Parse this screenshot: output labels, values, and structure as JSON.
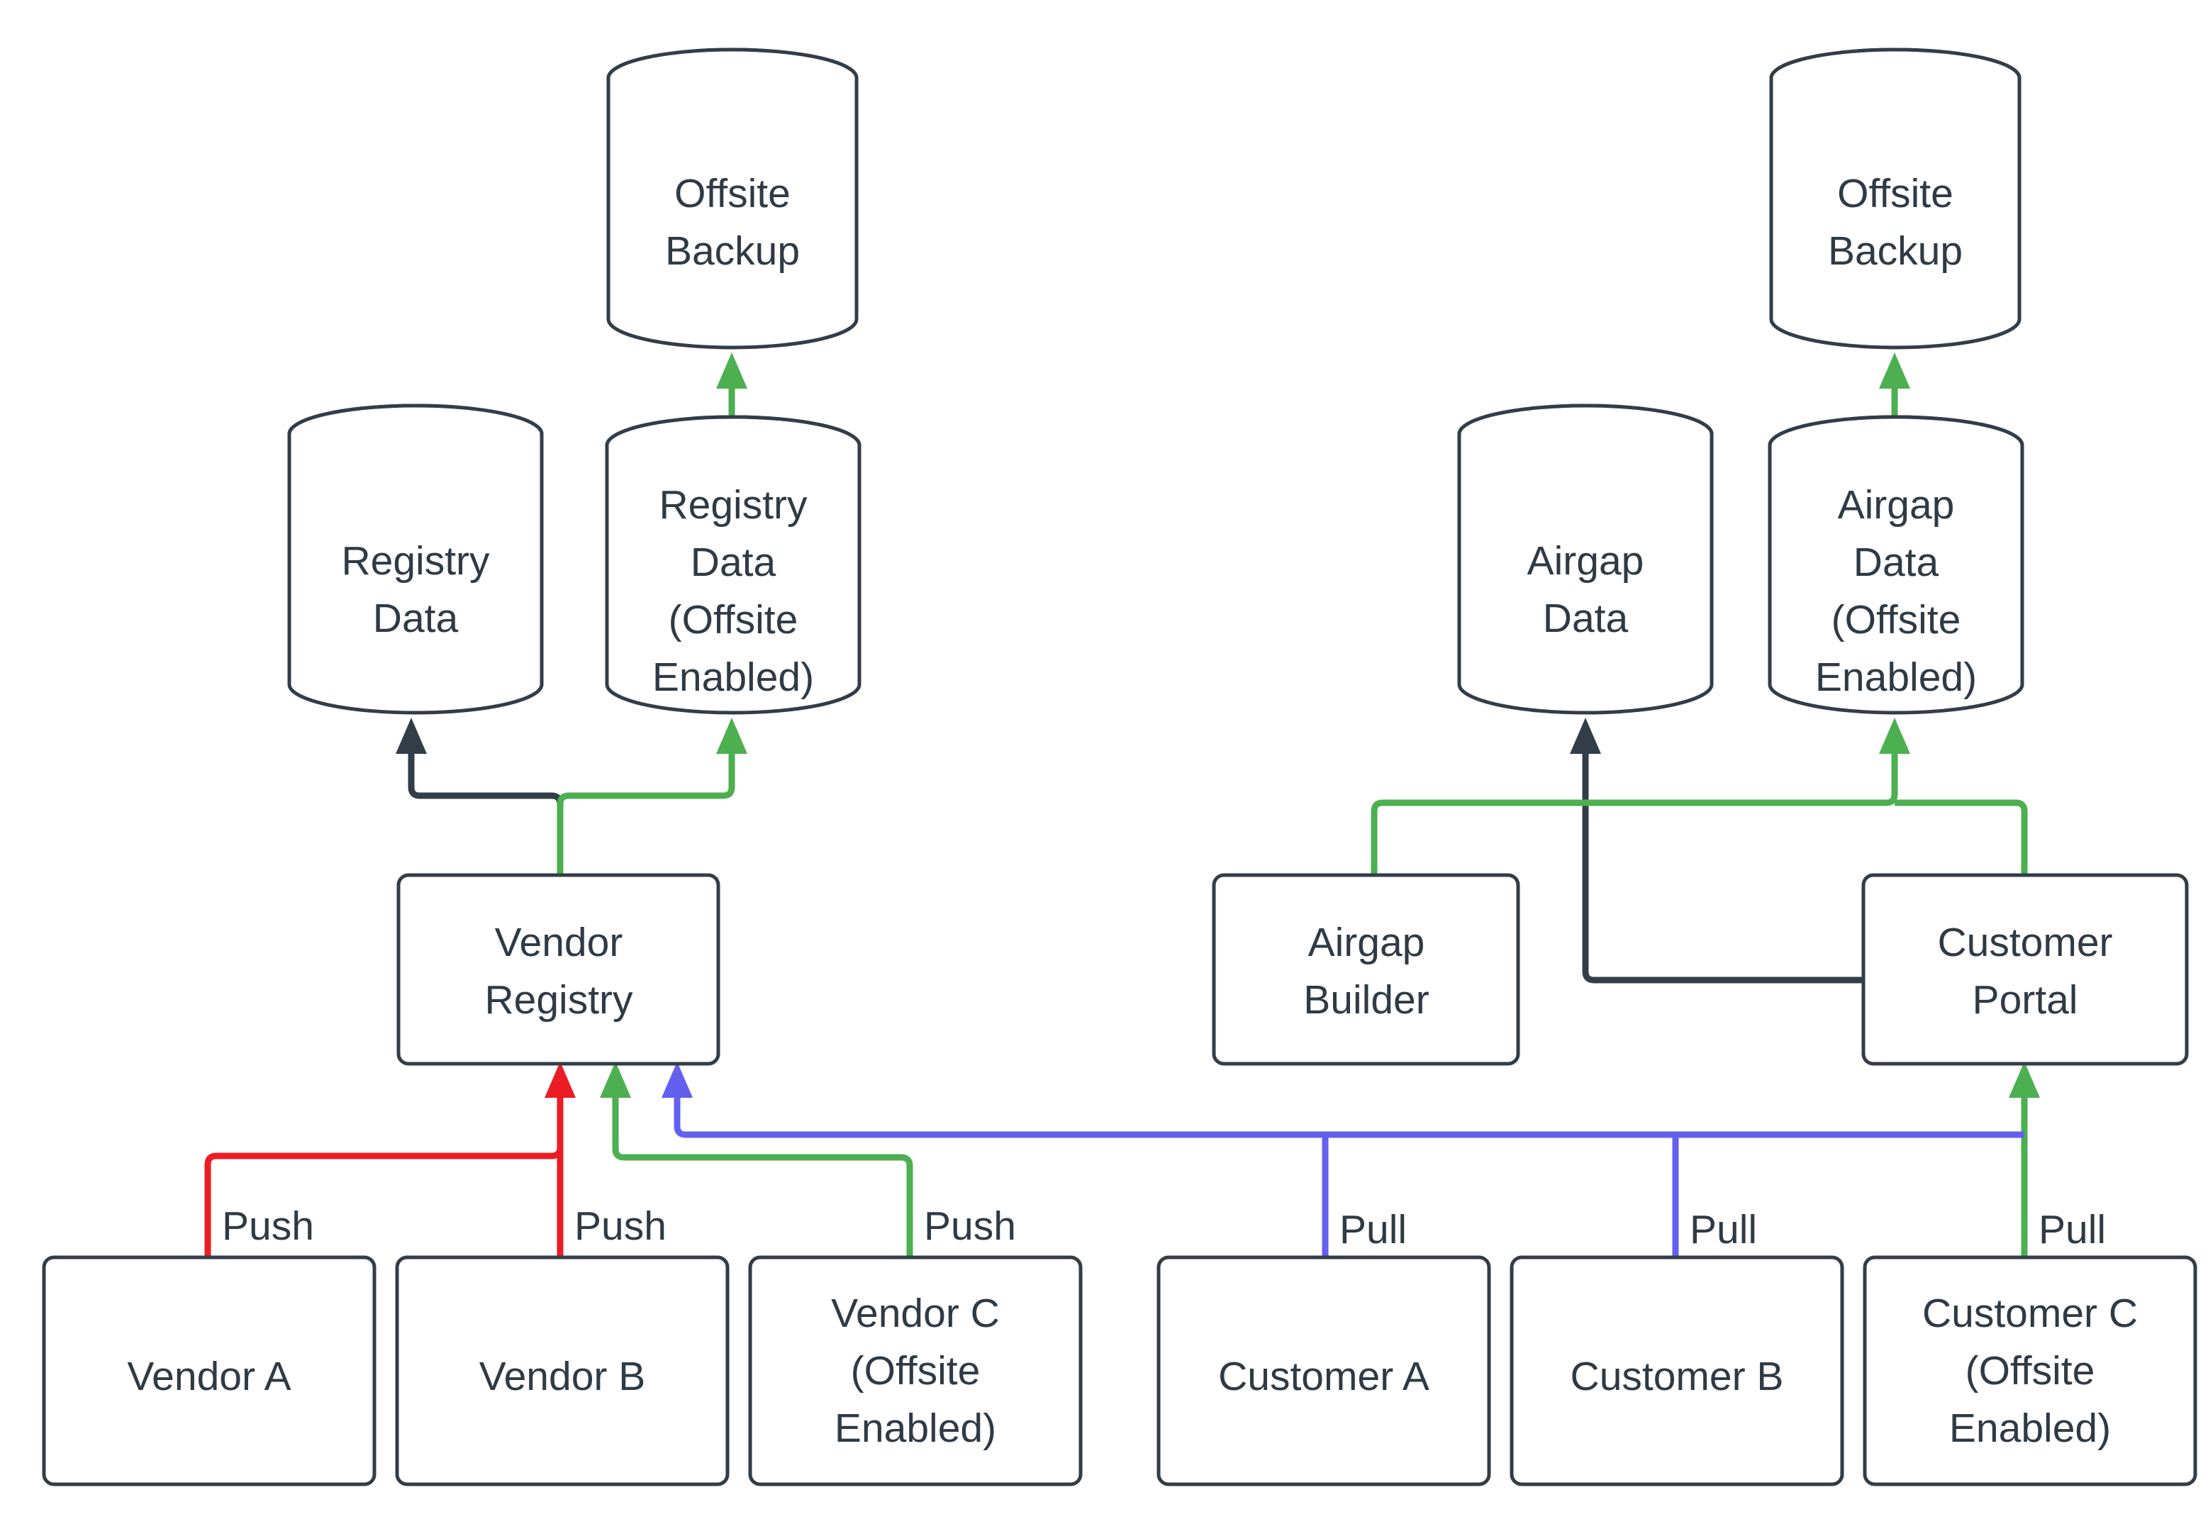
{
  "diagram": {
    "type": "flowchart",
    "background_color": "#ffffff",
    "node_stroke_color": "#333d47",
    "node_fill_color": "#ffffff",
    "text_color": "#2f3a44",
    "edge_colors": {
      "dark": "#333d47",
      "green": "#4caf50",
      "red": "#ec1c24",
      "blue": "#6460ef"
    },
    "nodes": {
      "offsite_backup_left": {
        "label_line1": "Offsite",
        "label_line2": "Backup",
        "shape": "cylinder"
      },
      "offsite_backup_right": {
        "label_line1": "Offsite",
        "label_line2": "Backup",
        "shape": "cylinder"
      },
      "registry_data": {
        "label_line1": "Registry",
        "label_line2": "Data",
        "shape": "cylinder"
      },
      "registry_data_offsite": {
        "label_line1": "Registry",
        "label_line2": "Data",
        "label_line3": "(Offsite",
        "label_line4": "Enabled)",
        "shape": "cylinder"
      },
      "airgap_data": {
        "label_line1": "Airgap",
        "label_line2": "Data",
        "shape": "cylinder"
      },
      "airgap_data_offsite": {
        "label_line1": "Airgap",
        "label_line2": "Data",
        "label_line3": "(Offsite",
        "label_line4": "Enabled)",
        "shape": "cylinder"
      },
      "vendor_registry": {
        "label_line1": "Vendor",
        "label_line2": "Registry",
        "shape": "rounded-rect"
      },
      "airgap_builder": {
        "label_line1": "Airgap",
        "label_line2": "Builder",
        "shape": "rounded-rect"
      },
      "customer_portal": {
        "label_line1": "Customer",
        "label_line2": "Portal",
        "shape": "rounded-rect"
      },
      "vendor_a": {
        "label_line1": "Vendor A",
        "shape": "rounded-rect"
      },
      "vendor_b": {
        "label_line1": "Vendor B",
        "shape": "rounded-rect"
      },
      "vendor_c": {
        "label_line1": "Vendor C",
        "label_line2": "(Offsite",
        "label_line3": "Enabled)",
        "shape": "rounded-rect"
      },
      "customer_a": {
        "label_line1": "Customer A",
        "shape": "rounded-rect"
      },
      "customer_b": {
        "label_line1": "Customer B",
        "shape": "rounded-rect"
      },
      "customer_c": {
        "label_line1": "Customer C",
        "label_line2": "(Offsite",
        "label_line3": "Enabled)",
        "shape": "rounded-rect"
      }
    },
    "edge_labels": {
      "vendor_a_push": "Push",
      "vendor_b_push": "Push",
      "vendor_c_push": "Push",
      "customer_a_pull": "Pull",
      "customer_b_pull": "Pull",
      "customer_c_pull": "Pull"
    },
    "edges": [
      {
        "from": "vendor_a",
        "to": "vendor_registry",
        "label": "Push",
        "color": "red"
      },
      {
        "from": "vendor_b",
        "to": "vendor_registry",
        "label": "Push",
        "color": "red"
      },
      {
        "from": "vendor_c",
        "to": "vendor_registry",
        "label": "Push",
        "color": "green"
      },
      {
        "from": "customer_a",
        "to": "vendor_registry",
        "label": "Pull",
        "color": "blue"
      },
      {
        "from": "customer_b",
        "to": "vendor_registry",
        "label": "Pull",
        "color": "blue"
      },
      {
        "from": "customer_c",
        "to": "customer_portal",
        "label": "Pull",
        "color": "green"
      },
      {
        "from": "vendor_registry",
        "to": "registry_data",
        "color": "dark"
      },
      {
        "from": "vendor_registry",
        "to": "registry_data_offsite",
        "color": "green"
      },
      {
        "from": "registry_data_offsite",
        "to": "offsite_backup_left",
        "color": "green"
      },
      {
        "from": "customer_portal",
        "to": "airgap_data",
        "color": "dark"
      },
      {
        "from": "airgap_builder",
        "to": "airgap_data_offsite",
        "color": "green"
      },
      {
        "from": "customer_portal",
        "to": "airgap_data_offsite",
        "color": "green"
      },
      {
        "from": "airgap_data_offsite",
        "to": "offsite_backup_right",
        "color": "green"
      }
    ]
  }
}
